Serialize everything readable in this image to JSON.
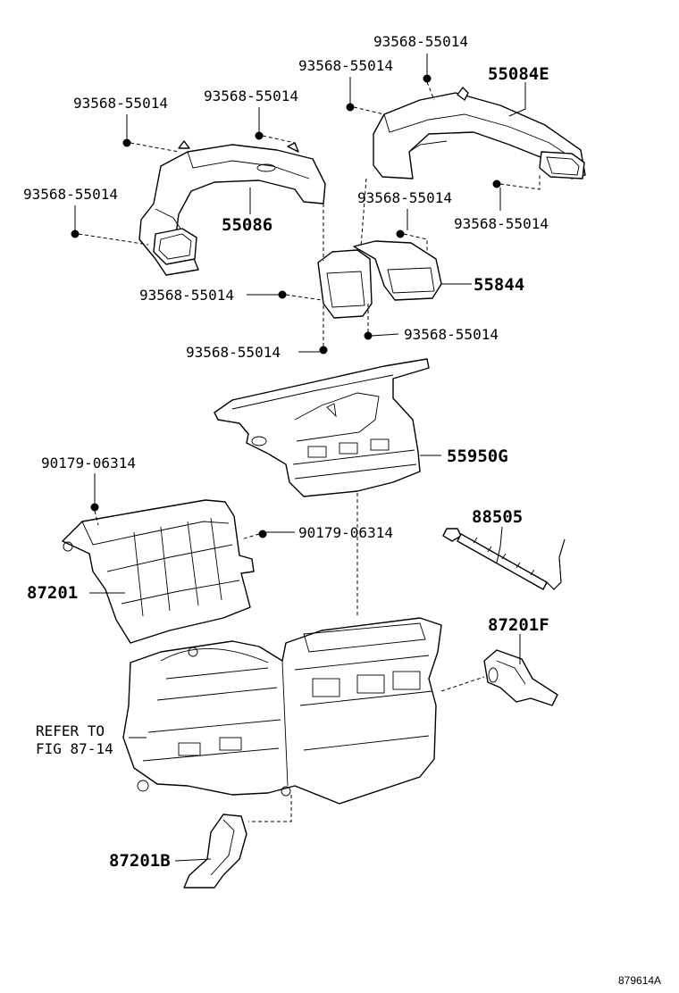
{
  "labels": {
    "bolt_top_right": "93568-55014",
    "bolt_top_mid": "93568-55014",
    "bolt_left_top": "93568-55014",
    "bolt_left_mid": "93568-55014",
    "bolt_left_low": "93568-55014",
    "bolt_right_a": "93568-55014",
    "bolt_right_b": "93568-55014",
    "bolt_center_left": "93568-55014",
    "bolt_center_right": "93568-55014",
    "bolt_center_low": "93568-55014",
    "part_55084E": "55084E",
    "part_55086": "55086",
    "part_55844": "55844",
    "part_55950G": "55950G",
    "nut_left": "90179-06314",
    "nut_center": "90179-06314",
    "part_88505": "88505",
    "part_87201": "87201",
    "part_87201F": "87201F",
    "refer_line1": "REFER TO",
    "refer_line2": "FIG 87-14",
    "part_87201B": "87201B",
    "figure_code": "879614A"
  }
}
